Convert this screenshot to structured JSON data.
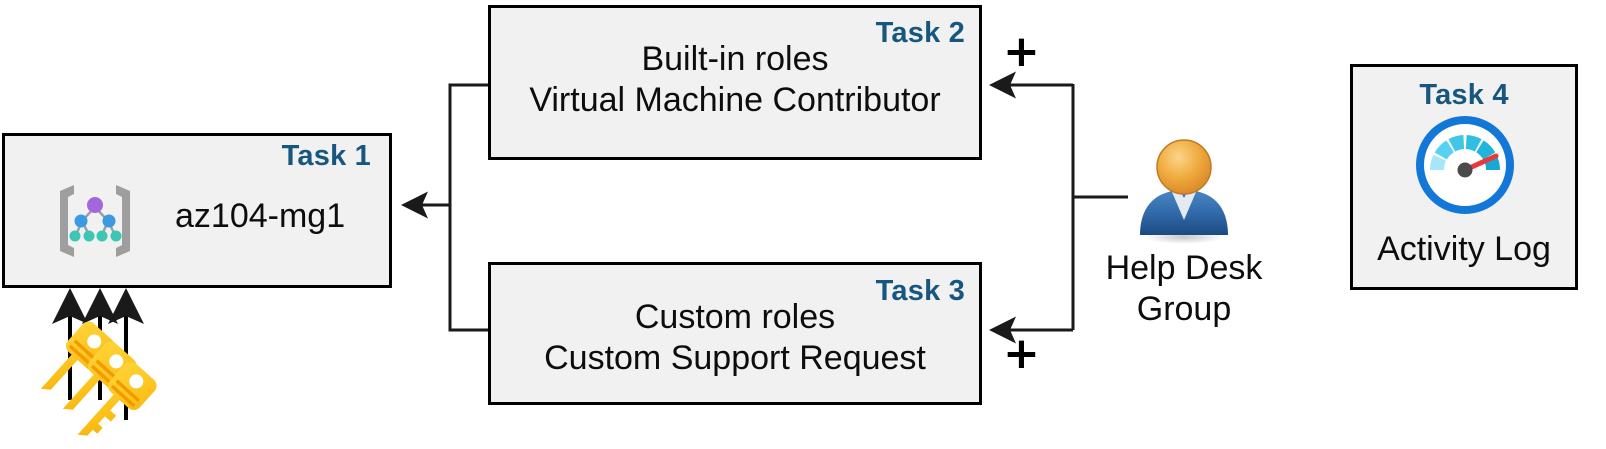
{
  "diagram": {
    "title": "Azure RBAC task diagram",
    "accent_color": "#16567f",
    "box_fill": "#f1f1f1",
    "box_border": "#000000"
  },
  "boxes": [
    {
      "id": "task1",
      "task_label": "Task 1",
      "text": "az104-mg1",
      "icon": "management-group-icon"
    },
    {
      "id": "task2",
      "task_label": "Task 2",
      "line1": "Built-in roles",
      "line2": "Virtual Machine Contributor"
    },
    {
      "id": "task3",
      "task_label": "Task 3",
      "line1": "Custom roles",
      "line2": "Custom Support Request"
    },
    {
      "id": "task4",
      "task_label": "Task 4",
      "text": "Activity Log",
      "icon": "activity-log-gauge-icon"
    }
  ],
  "actor": {
    "icon": "user-group-icon",
    "line1": "Help Desk",
    "line2": "Group"
  },
  "operators": {
    "plus_top": "+",
    "plus_bottom": "+"
  },
  "keys": {
    "icon": "keys-icon",
    "count": 3
  }
}
